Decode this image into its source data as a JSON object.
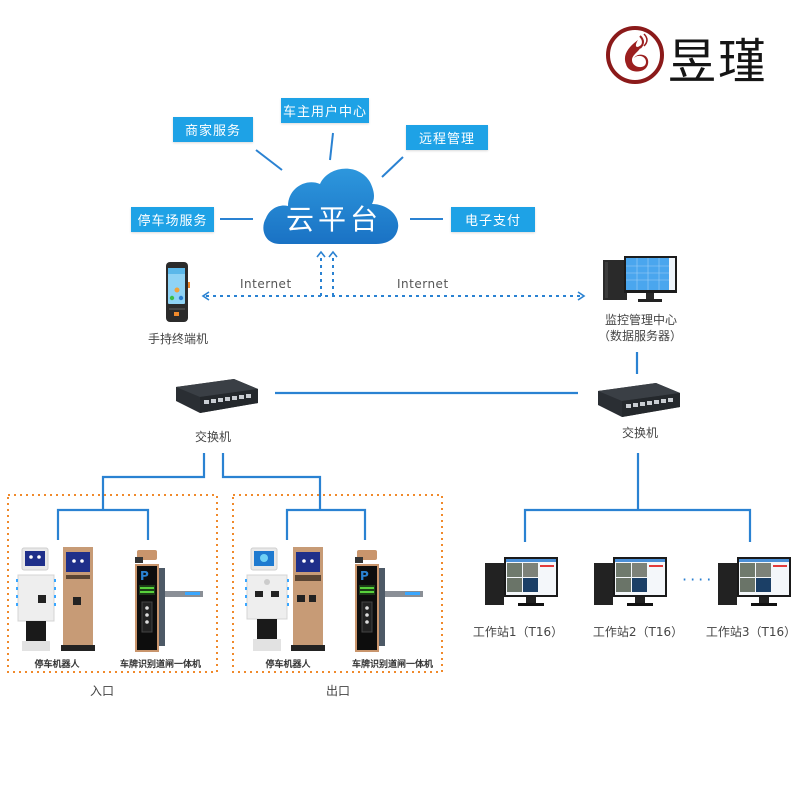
{
  "logo": {
    "brand_text": "昱瑾",
    "icon": "flame-swirl-logo-icon",
    "color": "#8b1a1a"
  },
  "cloud": {
    "title": "云平台",
    "color": "#1f86d2",
    "services": [
      {
        "id": "parking-service",
        "label": "停车场服务"
      },
      {
        "id": "merchant-service",
        "label": "商家服务"
      },
      {
        "id": "owner-center",
        "label": "车主用户中心"
      },
      {
        "id": "remote-management",
        "label": "远程管理"
      },
      {
        "id": "e-payment",
        "label": "电子支付"
      }
    ]
  },
  "network": {
    "link_left_label": "Internet",
    "link_right_label": "Internet",
    "line_color": "#2a82d2",
    "dashed_box_color": "#f08a2c"
  },
  "handheld": {
    "label": "手持终端机",
    "icon": "handheld-terminal-icon"
  },
  "monitor_center": {
    "label_line1": "监控管理中心",
    "label_line2": "（数据服务器）",
    "icon": "desktop-server-icon"
  },
  "switches": {
    "left": {
      "label": "交换机",
      "icon": "network-switch-icon"
    },
    "right": {
      "label": "交换机",
      "icon": "network-switch-icon"
    }
  },
  "entrance": {
    "title": "入口",
    "devices": [
      {
        "label": "停车机器人",
        "icon": "parking-robot-icon"
      },
      {
        "label": "车牌识别道闸一体机",
        "icon": "plate-recognition-barrier-icon"
      }
    ]
  },
  "exit": {
    "title": "出口",
    "devices": [
      {
        "label": "停车机器人",
        "icon": "parking-robot-icon"
      },
      {
        "label": "车牌识别道闸一体机",
        "icon": "plate-recognition-barrier-icon"
      }
    ]
  },
  "workstations": {
    "items": [
      {
        "label": "工作站1（T16）"
      },
      {
        "label": "工作站2（T16）"
      },
      {
        "label": "工作站3（T16）"
      }
    ],
    "ellipsis": "····"
  }
}
